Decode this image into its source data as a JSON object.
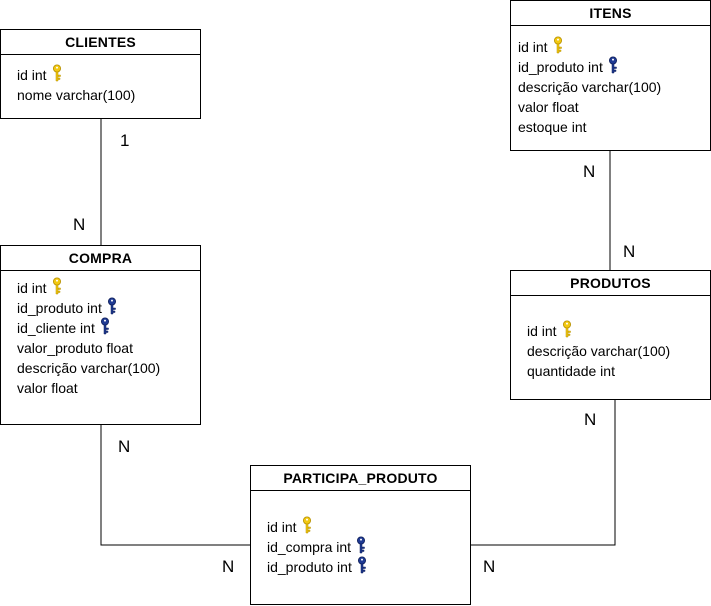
{
  "entities": {
    "clientes": {
      "title": "CLIENTES",
      "fields": [
        {
          "text": "id int",
          "key": "primary"
        },
        {
          "text": "nome varchar(100)",
          "key": "none"
        }
      ]
    },
    "itens": {
      "title": "ITENS",
      "fields": [
        {
          "text": "id int",
          "key": "primary"
        },
        {
          "text": "id_produto int",
          "key": "foreign"
        },
        {
          "text": "descrição varchar(100)",
          "key": "none"
        },
        {
          "text": "valor float",
          "key": "none"
        },
        {
          "text": "estoque int",
          "key": "none"
        }
      ]
    },
    "compra": {
      "title": "COMPRA",
      "fields": [
        {
          "text": "id int",
          "key": "primary"
        },
        {
          "text": "id_produto int",
          "key": "foreign"
        },
        {
          "text": "id_cliente int",
          "key": "foreign"
        },
        {
          "text": "valor_produto float",
          "key": "none"
        },
        {
          "text": "descrição varchar(100)",
          "key": "none"
        },
        {
          "text": "valor float",
          "key": "none"
        }
      ]
    },
    "produtos": {
      "title": "PRODUTOS",
      "fields": [
        {
          "text": "id int",
          "key": "primary"
        },
        {
          "text": "descrição varchar(100)",
          "key": "none"
        },
        {
          "text": "quantidade int",
          "key": "none"
        }
      ]
    },
    "participa_produto": {
      "title": "PARTICIPA_PRODUTO",
      "fields": [
        {
          "text": "id int",
          "key": "primary"
        },
        {
          "text": "id_compra int",
          "key": "foreign"
        },
        {
          "text": "id_produto int",
          "key": "foreign"
        }
      ]
    }
  },
  "cardinalities": {
    "clientes_compra_top": "1",
    "clientes_compra_bottom": "N",
    "itens_produtos_top": "N",
    "itens_produtos_bottom": "N",
    "compra_participa_top": "N",
    "compra_participa_bottom": "N",
    "produtos_participa_top": "N",
    "produtos_participa_bottom": "N"
  },
  "colors": {
    "primary_key": "#f2c811",
    "foreign_key": "#1f3a93",
    "line": "#000000"
  }
}
